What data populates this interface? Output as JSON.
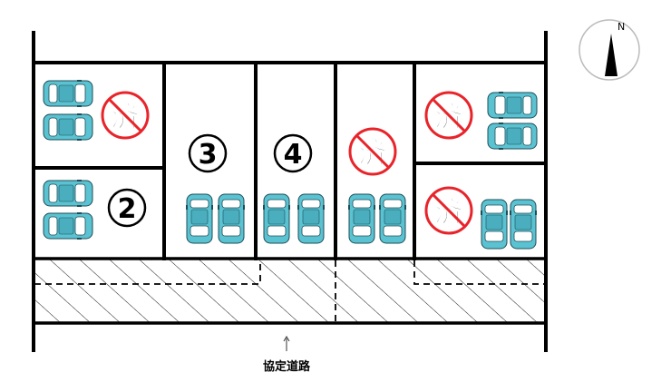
{
  "compass": {
    "north_label": "N"
  },
  "lots": [
    {
      "id": "lot-1",
      "number": "",
      "status_text": "済",
      "sold": true
    },
    {
      "id": "lot-2",
      "number": "2",
      "status_text": "",
      "sold": false
    },
    {
      "id": "lot-3",
      "number": "3",
      "status_text": "",
      "sold": false
    },
    {
      "id": "lot-4",
      "number": "4",
      "status_text": "",
      "sold": false
    },
    {
      "id": "lot-5",
      "number": "",
      "status_text": "済",
      "sold": true
    },
    {
      "id": "lot-6",
      "number": "",
      "status_text": "済",
      "sold": true
    },
    {
      "id": "lot-7",
      "number": "",
      "status_text": "済",
      "sold": true
    }
  ],
  "road": {
    "label": "協定道路"
  },
  "colors": {
    "car_body": "#5bc2d1",
    "car_glass": "#ffffff",
    "sold_mark": "#e8242a",
    "line": "#000000"
  }
}
